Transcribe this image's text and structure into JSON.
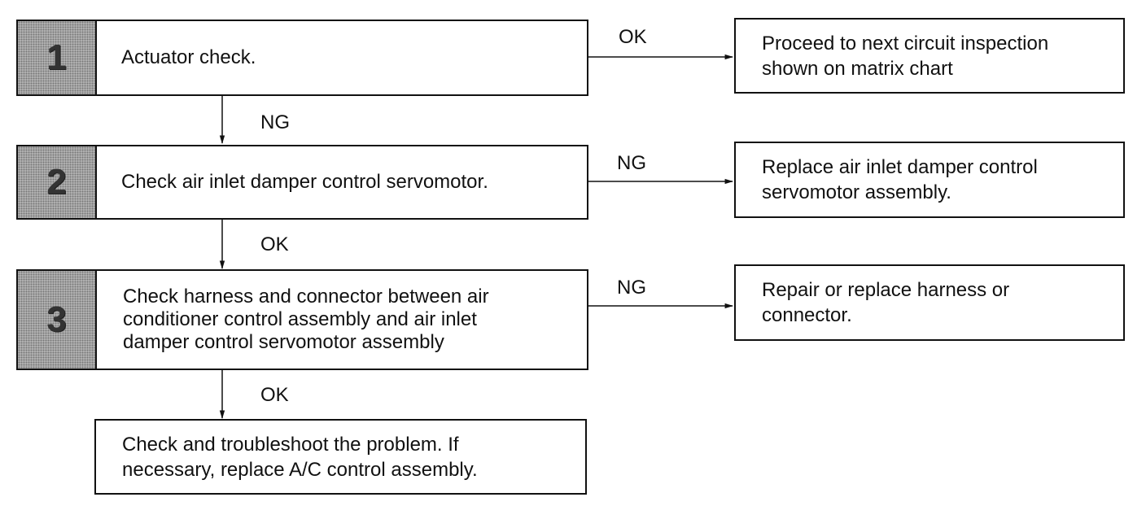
{
  "steps": [
    {
      "number": "1",
      "text": "Actuator check."
    },
    {
      "number": "2",
      "text": "Check air inlet damper control servomotor."
    },
    {
      "number": "3",
      "text": "Check harness and connector between air\nconditioner control assembly and air inlet\ndamper control servomotor assembly"
    }
  ],
  "results": [
    "Proceed to next circuit inspection\nshown on matrix chart",
    "Replace air inlet damper control\nservomotor assembly.",
    "Repair or replace harness or\nconnector.",
    "Check and troubleshoot the problem.  If\nnecessary, replace A/C control assembly."
  ],
  "labels": {
    "step1_right": "OK",
    "step1_down": "NG",
    "step2_right": "NG",
    "step2_down": "OK",
    "step3_right": "NG",
    "step3_down": "OK"
  }
}
